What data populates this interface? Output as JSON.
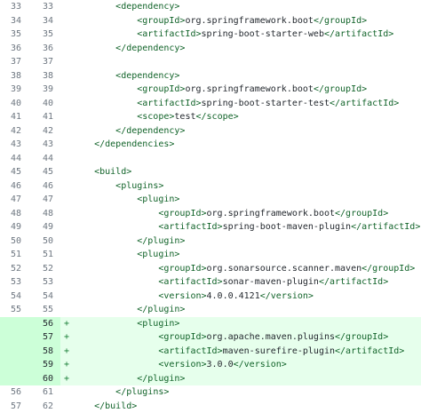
{
  "diff": {
    "rows": [
      {
        "old": "33",
        "new": "33",
        "marker": "",
        "type": "ctx",
        "text": "        <dependency>"
      },
      {
        "old": "34",
        "new": "34",
        "marker": "",
        "type": "ctx",
        "text": "            <groupId>org.springframework.boot</groupId>"
      },
      {
        "old": "35",
        "new": "35",
        "marker": "",
        "type": "ctx",
        "text": "            <artifactId>spring-boot-starter-web</artifactId>"
      },
      {
        "old": "36",
        "new": "36",
        "marker": "",
        "type": "ctx",
        "text": "        </dependency>"
      },
      {
        "old": "37",
        "new": "37",
        "marker": "",
        "type": "ctx",
        "text": ""
      },
      {
        "old": "38",
        "new": "38",
        "marker": "",
        "type": "ctx",
        "text": "        <dependency>"
      },
      {
        "old": "39",
        "new": "39",
        "marker": "",
        "type": "ctx",
        "text": "            <groupId>org.springframework.boot</groupId>"
      },
      {
        "old": "40",
        "new": "40",
        "marker": "",
        "type": "ctx",
        "text": "            <artifactId>spring-boot-starter-test</artifactId>"
      },
      {
        "old": "41",
        "new": "41",
        "marker": "",
        "type": "ctx",
        "text": "            <scope>test</scope>"
      },
      {
        "old": "42",
        "new": "42",
        "marker": "",
        "type": "ctx",
        "text": "        </dependency>"
      },
      {
        "old": "43",
        "new": "43",
        "marker": "",
        "type": "ctx",
        "text": "    </dependencies>"
      },
      {
        "old": "44",
        "new": "44",
        "marker": "",
        "type": "ctx",
        "text": ""
      },
      {
        "old": "45",
        "new": "45",
        "marker": "",
        "type": "ctx",
        "text": "    <build>"
      },
      {
        "old": "46",
        "new": "46",
        "marker": "",
        "type": "ctx",
        "text": "        <plugins>"
      },
      {
        "old": "47",
        "new": "47",
        "marker": "",
        "type": "ctx",
        "text": "            <plugin>"
      },
      {
        "old": "48",
        "new": "48",
        "marker": "",
        "type": "ctx",
        "text": "                <groupId>org.springframework.boot</groupId>"
      },
      {
        "old": "49",
        "new": "49",
        "marker": "",
        "type": "ctx",
        "text": "                <artifactId>spring-boot-maven-plugin</artifactId>"
      },
      {
        "old": "50",
        "new": "50",
        "marker": "",
        "type": "ctx",
        "text": "            </plugin>"
      },
      {
        "old": "51",
        "new": "51",
        "marker": "",
        "type": "ctx",
        "text": "            <plugin>"
      },
      {
        "old": "52",
        "new": "52",
        "marker": "",
        "type": "ctx",
        "text": "                <groupId>org.sonarsource.scanner.maven</groupId>"
      },
      {
        "old": "53",
        "new": "53",
        "marker": "",
        "type": "ctx",
        "text": "                <artifactId>sonar-maven-plugin</artifactId>"
      },
      {
        "old": "54",
        "new": "54",
        "marker": "",
        "type": "ctx",
        "text": "                <version>4.0.0.4121</version>"
      },
      {
        "old": "55",
        "new": "55",
        "marker": "",
        "type": "ctx",
        "text": "            </plugin>"
      },
      {
        "old": "",
        "new": "56",
        "marker": "+",
        "type": "add",
        "text": "            <plugin>"
      },
      {
        "old": "",
        "new": "57",
        "marker": "+",
        "type": "add",
        "text": "                <groupId>org.apache.maven.plugins</groupId>"
      },
      {
        "old": "",
        "new": "58",
        "marker": "+",
        "type": "add",
        "text": "                <artifactId>maven-surefire-plugin</artifactId>"
      },
      {
        "old": "",
        "new": "59",
        "marker": "+",
        "type": "add",
        "text": "                <version>3.0.0</version>"
      },
      {
        "old": "",
        "new": "60",
        "marker": "+",
        "type": "add",
        "text": "            </plugin>"
      },
      {
        "old": "56",
        "new": "61",
        "marker": "",
        "type": "ctx",
        "text": "        </plugins>"
      },
      {
        "old": "57",
        "new": "62",
        "marker": "",
        "type": "ctx",
        "text": "    </build>"
      }
    ]
  }
}
